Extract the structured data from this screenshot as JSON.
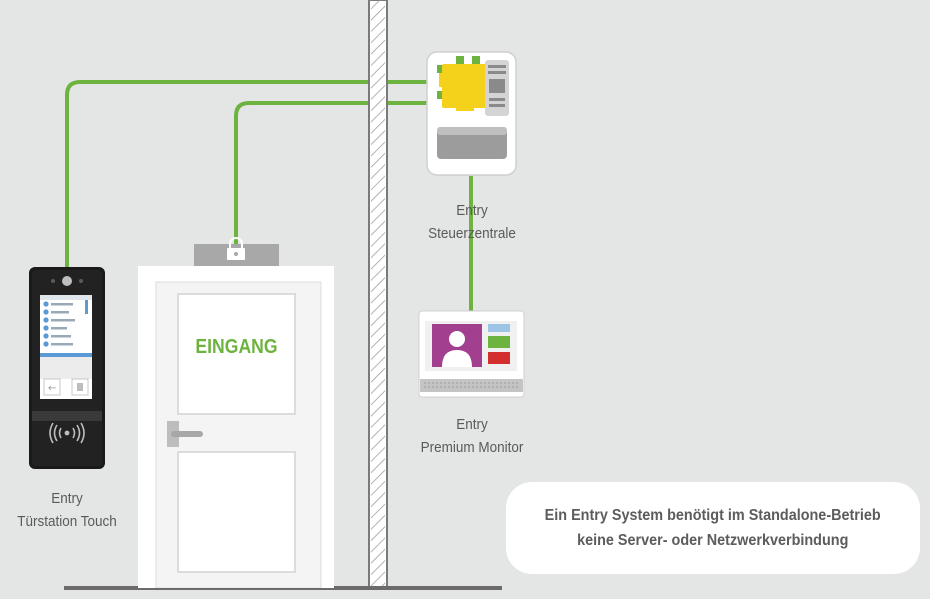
{
  "door": {
    "sign": "EINGANG"
  },
  "devices": {
    "door_station": {
      "line1": "Entry",
      "line2": "Türstation Touch"
    },
    "control_unit": {
      "line1": "Entry",
      "line2": "Steuerzentrale"
    },
    "monitor": {
      "line1": "Entry",
      "line2": "Premium Monitor"
    }
  },
  "info": {
    "line1": "Ein Entry System benötigt im Standalone-Betrieb",
    "line2": "keine Server- oder Netzwerkverbindung"
  },
  "colors": {
    "background": "#e4e5e5",
    "wire": "#6db33f",
    "accent_text": "#6db33f",
    "caption_text": "#5a5a5a"
  },
  "icons": {
    "lock": "padlock-icon",
    "rfid": "rfid-wave-icon",
    "person": "person-silhouette-icon"
  }
}
